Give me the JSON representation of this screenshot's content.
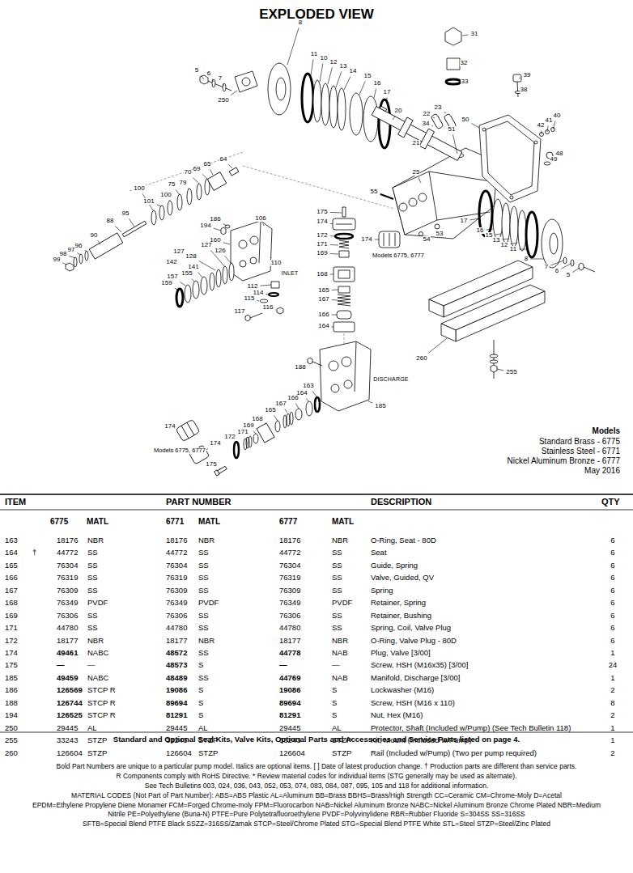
{
  "diagram": {
    "title": "EXPLODED VIEW",
    "labels": [
      "5",
      "6",
      "7",
      "250",
      "8",
      "11",
      "10",
      "12",
      "13",
      "14",
      "15",
      "16",
      "17",
      "20",
      "22",
      "23",
      "34",
      "21",
      "25",
      "51",
      "31",
      "32",
      "33",
      "39",
      "38",
      "50",
      "40",
      "41",
      "42",
      "48",
      "49",
      "55",
      "54",
      "53",
      "17",
      "16",
      "15",
      "13",
      "12",
      "11",
      "8",
      "7",
      "6",
      "5",
      "64",
      "65",
      "69",
      "70",
      "79",
      "75",
      "100",
      "101",
      "100",
      "95",
      "88",
      "90",
      "96",
      "97",
      "98",
      "99",
      "186",
      "194",
      "106",
      "160",
      "127",
      "126",
      "127",
      "128",
      "142",
      "141",
      "155",
      "157",
      "159",
      "110",
      "INLET",
      "112",
      "114",
      "115",
      "116",
      "117",
      "175",
      "174",
      "172",
      "171",
      "169",
      "168",
      "165",
      "167",
      "166",
      "164",
      "174",
      "Models 6775, 6777",
      "188",
      "DISCHARGE",
      "163",
      "164",
      "166",
      "167",
      "165",
      "168",
      "169",
      "171",
      "172",
      "174",
      "174",
      "Models 6775, 6777",
      "175",
      "185",
      "260",
      "255",
      "Models",
      "Standard Brass - 6775",
      "Stainless Steel - 6771",
      "Nickel Aluminum Bronze - 6777",
      "May 2016",
      "ITEM",
      "PART NUMBER",
      "DESCRIPTION",
      "QTY",
      "6775",
      "MATL",
      "6771",
      "MATL",
      "6777",
      "MATL",
      "163",
      "18176",
      "NBR",
      "18176",
      "NBR",
      "18176",
      "NBR",
      "O-Ring, Seat - 80D",
      "6",
      "164",
      "†",
      "44772",
      "SS",
      "44772",
      "SS",
      "44772",
      "SS",
      "Seat",
      "6",
      "165",
      "76304",
      "SS",
      "76304",
      "SS",
      "76304",
      "SS",
      "Guide, Spring",
      "6",
      "166",
      "76319",
      "SS",
      "76319",
      "SS",
      "76319",
      "SS",
      "Valve, Guided, QV",
      "6",
      "167",
      "76309",
      "SS",
      "76309",
      "SS",
      "76309",
      "SS",
      "Spring",
      "6",
      "168",
      "76349",
      "PVDF",
      "76349",
      "PVDF",
      "76349",
      "PVDF",
      "Retainer, Spring",
      "6",
      "169",
      "76306",
      "SS",
      "76306",
      "SS",
      "76306",
      "SS",
      "Retainer, Bushing",
      "6",
      "171",
      "44780",
      "SS",
      "44780",
      "SS",
      "44780",
      "SS",
      "Spring, Coil, Valve Plug",
      "6",
      "172",
      "18177",
      "NBR",
      "18177",
      "NBR",
      "18177",
      "NBR",
      "O-Ring, Valve Plug - 80D",
      "6",
      "174",
      "49461",
      "NABC",
      "48572",
      "SS",
      "44778",
      "NAB",
      "Plug, Valve [3/00]",
      "1",
      "175",
      "—",
      "—",
      "48573",
      "S",
      "—",
      "—",
      "Screw, HSH (M16x35) [3/00]",
      "24",
      "185",
      "49459",
      "NABC",
      "48489",
      "SS",
      "44769",
      "NAB",
      "Manifold, Discharge [3/00]",
      "1",
      "186",
      "126569",
      "STCP R",
      "19086",
      "S",
      "19086",
      "S",
      "Lockwasher (M16)",
      "2",
      "188",
      "126744",
      "STCP R",
      "89694",
      "S",
      "89694",
      "S",
      "Screw, HSH (M16 x 110)",
      "8",
      "194",
      "126525",
      "STCP R",
      "81291",
      "S",
      "81291",
      "S",
      "Nut, Hex (M16)",
      "2",
      "250",
      "29445",
      "AL",
      "29445",
      "AL",
      "29445",
      "AL",
      "Protector, Shaft (Included w/Pump) (See Tech Bulletin 118)",
      "1",
      "255",
      "33243",
      "STZP",
      "33243",
      "STZP",
      "33243",
      "STZP",
      "Kit, Mount (Included w/Pump)",
      "1",
      "260",
      "126604",
      "STZP",
      "126604",
      "STZP",
      "126604",
      "STZP",
      "Rail (Included w/Pump) (Two per pump required)",
      "2",
      "Standard and Optional Seal Kits, Valve Kits, Optional Parts and Accessories and Service Parts listed on page 4.",
      "Bold Part Numbers are unique to a particular pump model. Italics are optional items. [ ] Date of latest production change. † Production parts are different than service parts.",
      "R Components comply with RoHS Directive. * Review material codes for individual items (STG generally may be used as alternate).",
      "See Tech Bulletins 003, 024, 036, 043, 052, 053, 074, 083, 084, 087, 095, 105 and 118 for additional information.",
      "MATERIAL CODES (Not Part of Part Number): ABS=ABS Plastic AL=Aluminum BB=Brass BBHS=Brass/High Strength CC=Ceramic CM=Chrome-Moly D=Acetal",
      "EPDM=Ethylene Propylene Diene Monamer FCM=Forged Chrome-moly FPM=Fluorocarbon NAB=Nickel Aluminum Bronze NABC=Nickel Aluminum Bronze Chrome Plated NBR=Medium",
      "Nitrile PE=Polyethylene (Buna-N) PTFE=Pure Polytetrafluoroethylene PVDF=Polyvinylidene RBR=Rubber Fluoride S=304SS SS=316SS",
      "SFTB=Special Blend PTFE Black SSZZ=316SS/Zamak STCP=Steel/Chrome Plated STG=Special Blend PTFE White STL=Steel STZP=Steel/Zinc Plated"
    ]
  }
}
